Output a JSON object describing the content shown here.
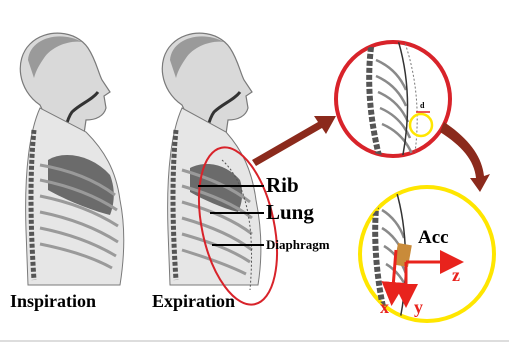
{
  "captions": {
    "inspiration": "Inspiration",
    "expiration": "Expiration"
  },
  "parts": {
    "rib": "Rib",
    "lung": "Lung",
    "diaphragm": "Diaphragm"
  },
  "sensor": {
    "label": "Acc",
    "axes": {
      "x": "x",
      "y": "y",
      "z": "z"
    },
    "displacement": "d"
  },
  "colors": {
    "highlight_circle": "#d8232a",
    "sensor_circle": "#ffe600",
    "arrow": "#8b2a1c",
    "axis": "#e8231d",
    "sensor": "#c98b3a",
    "body_fill": "#d9d9d9",
    "body_outline": "#7a7a7a",
    "chest_dark": "#6b6b6b"
  }
}
